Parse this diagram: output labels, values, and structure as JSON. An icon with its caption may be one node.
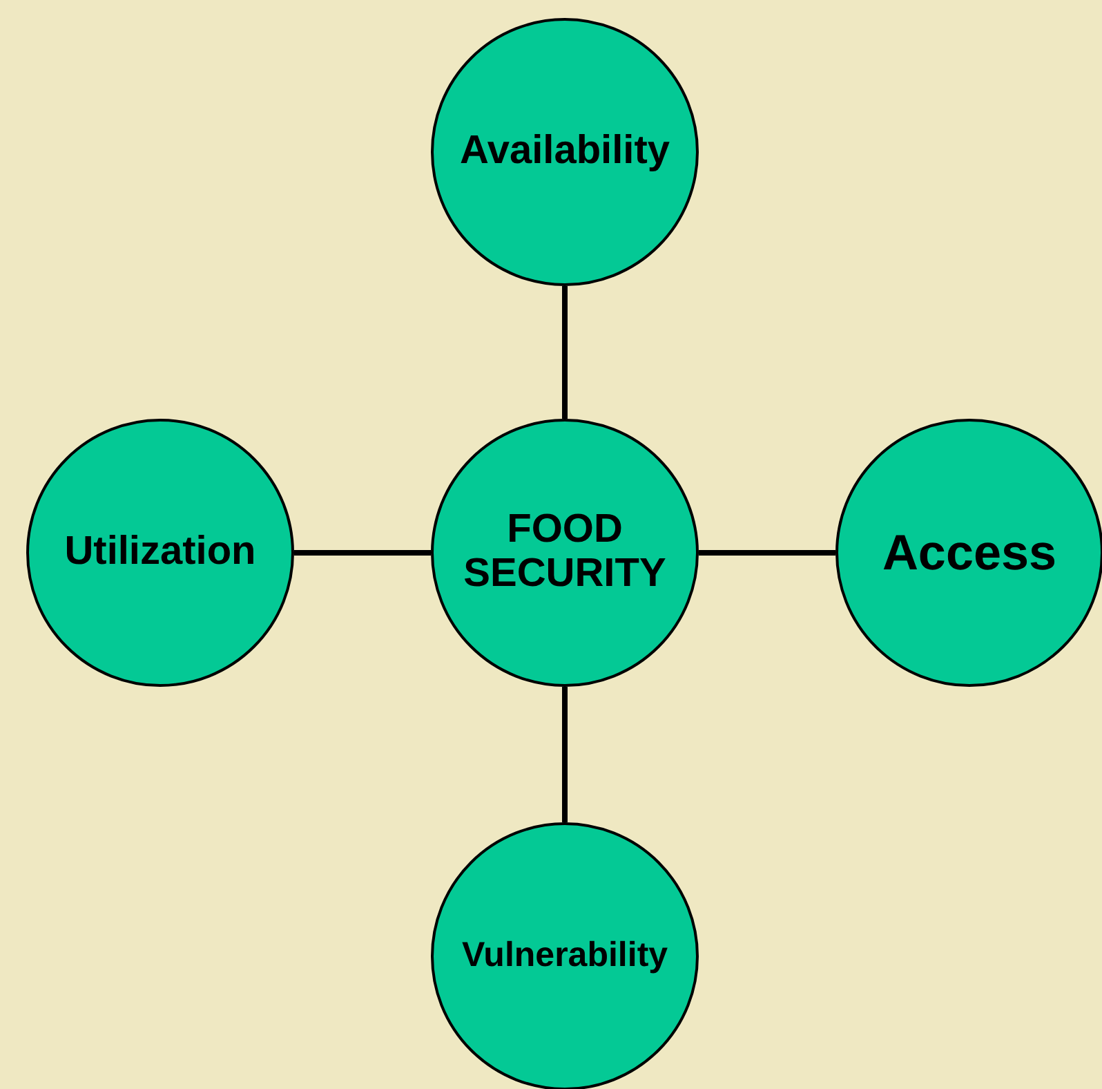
{
  "diagram": {
    "nodes": [
      {
        "text": [
          "Availability"
        ]
      },
      {
        "text": [
          "Utilization"
        ]
      },
      {
        "text": [
          "FOOD SECURITY"
        ]
      },
      {
        "text": [
          "Access"
        ]
      },
      {
        "text": [
          "Vulnerability"
        ]
      }
    ],
    "edges": [
      {
        "from": 2,
        "to": 0,
        "arrow": "none"
      },
      {
        "from": 2,
        "to": 1,
        "arrow": "none"
      },
      {
        "from": 2,
        "to": 3,
        "arrow": "none"
      },
      {
        "from": 2,
        "to": 4,
        "arrow": "none"
      }
    ]
  }
}
